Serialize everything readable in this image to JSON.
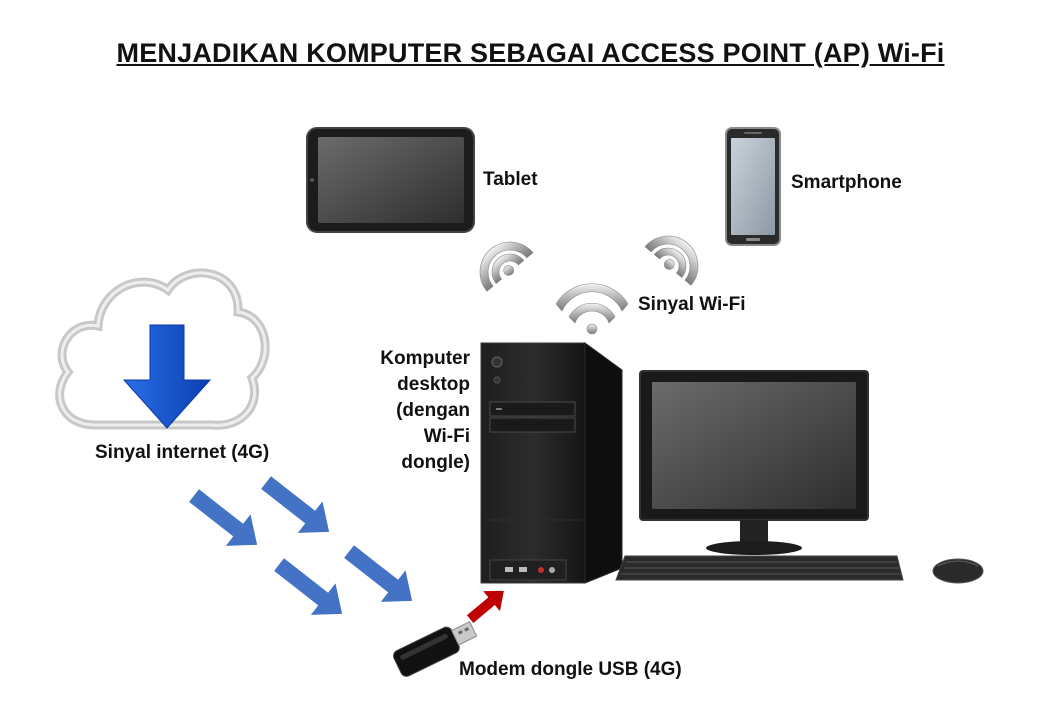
{
  "title": "MENJADIKAN KOMPUTER SEBAGAI ACCESS POINT (AP) Wi-Fi",
  "labels": {
    "tablet": "Tablet",
    "smartphone": "Smartphone",
    "wifi_signal": "Sinyal Wi-Fi",
    "desktop_line1": "Komputer",
    "desktop_line2": "desktop",
    "desktop_line3": "(dengan",
    "desktop_line4": "Wi-Fi",
    "desktop_line5": "dongle)",
    "internet_signal": "Sinyal internet (4G)",
    "modem": "Modem dongle USB (4G)"
  },
  "colors": {
    "signal_arrow": "#4472c4",
    "usb_arrow": "#c00000",
    "cloud_arrow": "#1f5fd6"
  }
}
